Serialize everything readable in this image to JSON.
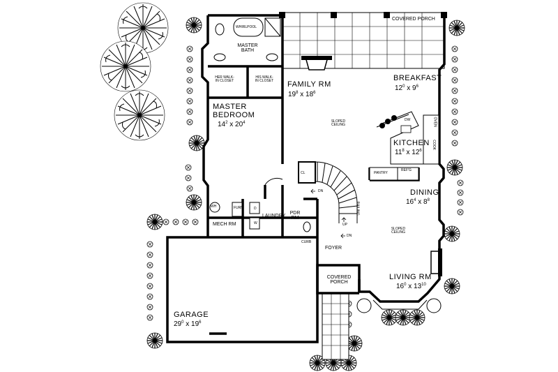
{
  "rooms": {
    "covered_porch_top": {
      "name": "COVERED PORCH"
    },
    "whirlpool": {
      "name": "WHIRLPOOL"
    },
    "master_bath": {
      "name": "MASTER BATH"
    },
    "her_closet": {
      "name": "HER WALK-IN CLOSET"
    },
    "his_closet": {
      "name": "HIS WALK-IN CLOSET"
    },
    "master_bedroom": {
      "name": "MASTER BEDROOM",
      "dim_w": "14",
      "dim_w_in": "2",
      "dim_h": "20",
      "dim_h_in": "4"
    },
    "family_rm": {
      "name": "FAMILY RM",
      "dim_w": "19",
      "dim_w_in": "8",
      "dim_h": "18",
      "dim_h_in": "6"
    },
    "breakfast": {
      "name": "BREAKFAST",
      "dim_w": "12",
      "dim_w_in": "0",
      "dim_h": "9",
      "dim_h_in": "6"
    },
    "kitchen": {
      "name": "KITCHEN",
      "dim_w": "11",
      "dim_w_in": "8",
      "dim_h": "12",
      "dim_h_in": "6"
    },
    "dining": {
      "name": "DINING",
      "dim_w": "16",
      "dim_w_in": "4",
      "dim_h": "8",
      "dim_h_in": "8"
    },
    "living_rm": {
      "name": "LIVING RM",
      "dim_w": "16",
      "dim_w_in": "0",
      "dim_h": "13",
      "dim_h_in": "10"
    },
    "garage": {
      "name": "GARAGE",
      "dim_w": "29",
      "dim_w_in": "0",
      "dim_h": "19",
      "dim_h_in": "6"
    },
    "mech_rm": {
      "name": "MECH RM"
    },
    "laundry": {
      "name": "LAUNDRY"
    },
    "pdr_rm": {
      "name": "PDR RM"
    },
    "foyer": {
      "name": "FOYER"
    },
    "covered_porch_front": {
      "name": "COVERED PORCH"
    }
  },
  "notes": {
    "sloped_ceiling": "SLOPED CEILING",
    "sloped_ceiling_2": "SLOPED CEILING",
    "pantry": "PANTRY",
    "refg": "REF'G",
    "dw": "DW",
    "oven": "OVEN",
    "cook": "COOK",
    "curb": "CURB",
    "railing": "RAILING",
    "dn": "DN",
    "dn_2": "DN",
    "up": "UP",
    "cl": "CL",
    "wh": "WH",
    "furn": "FURN",
    "d": "D",
    "w": "W"
  }
}
